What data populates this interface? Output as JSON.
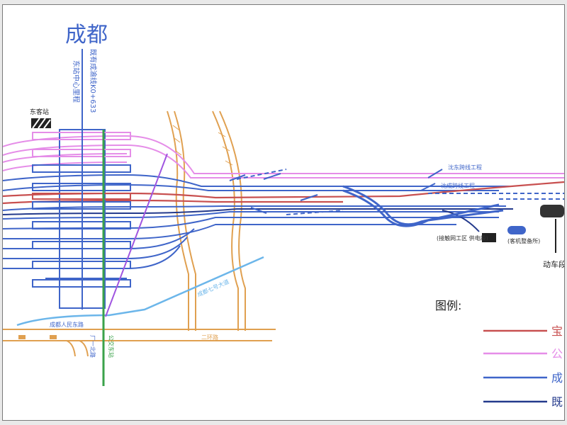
{
  "title": "成都",
  "labels": {
    "vertical_1": "东站中心里程",
    "vertical_2": "既有成渝线K0+633",
    "depot_box": "东客站",
    "right_upper_1": "沈东跨线工程",
    "right_upper_2": "沈成跨线工程",
    "maint_area": "(接触网工区\n供电段)",
    "crew_area": "(客机整备所)",
    "emu_depot": "动车段",
    "road_diag": "成都七号大道",
    "road_low": "成都人民东路",
    "road_v1": "厂一北路",
    "road_v2": "二环路",
    "road_green": "公交东站",
    "bottom_text": "二环路"
  },
  "legend": {
    "title": "图例:",
    "items": [
      {
        "color": "#c85050",
        "label": "宝"
      },
      {
        "color": "#e58de8",
        "label": "公"
      },
      {
        "color": "#3f65c9",
        "label": "成"
      },
      {
        "color": "#243a8c",
        "label": "既"
      }
    ]
  },
  "colors": {
    "red": "#c85050",
    "pink": "#e58de8",
    "blue": "#3f65c9",
    "navy": "#243a8c",
    "orange": "#e0a050",
    "lightblue": "#6cb6ea",
    "purple": "#a055e0",
    "green": "#3aa24a"
  }
}
